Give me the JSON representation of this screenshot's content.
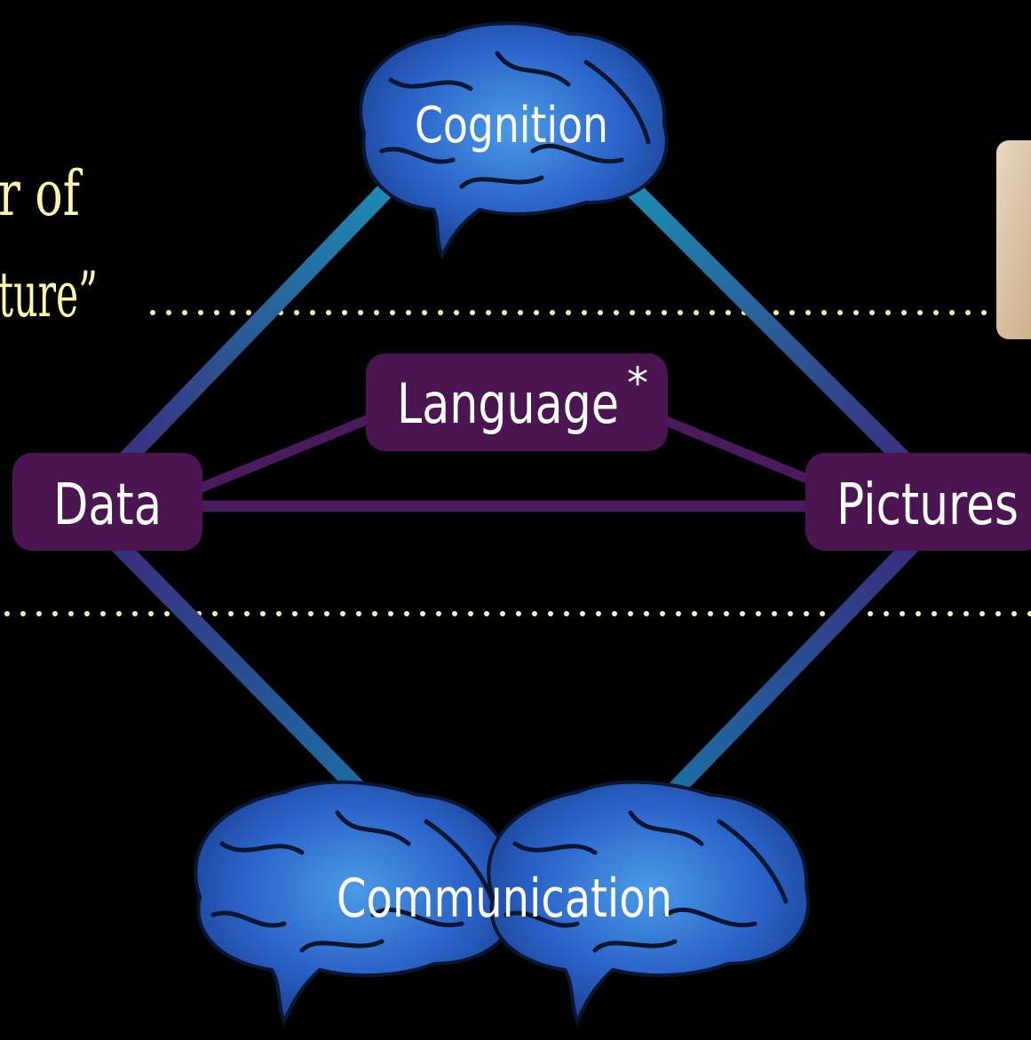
{
  "diagram": {
    "nodes": {
      "cognition": "Cognition",
      "language": "Language",
      "language_mark": "*",
      "data": "Data",
      "pictures": "Pictures",
      "communication": "Communication"
    },
    "side_text": {
      "line1": "r of",
      "line2": "ture”"
    }
  },
  "colors": {
    "background": "#000000",
    "node_box": "#4a1550",
    "edge_teal": "#1a8fb5",
    "edge_indigo": "#3a3a8c",
    "edge_purple": "#4a1a5e",
    "dotted_line": "#fff6a8",
    "side_text": "#fff6a8",
    "brain_blue": "#2f72d6"
  }
}
